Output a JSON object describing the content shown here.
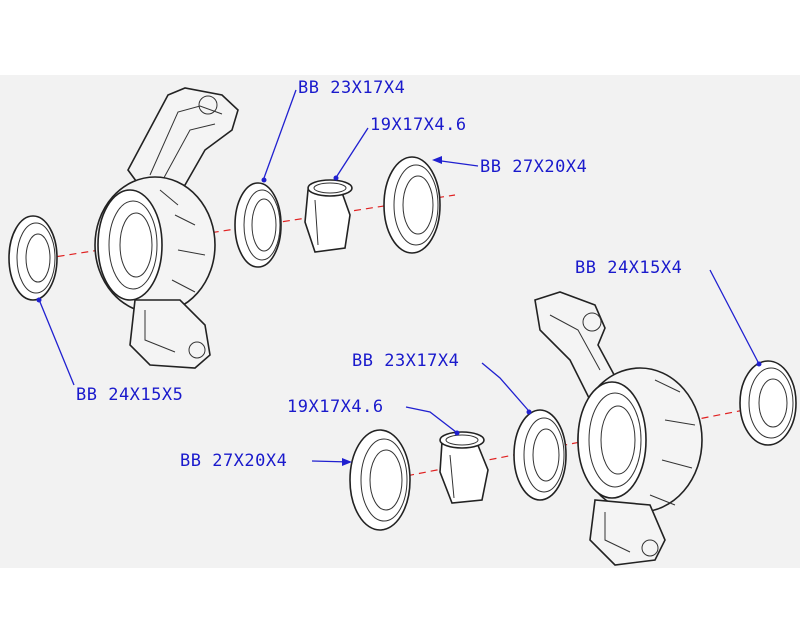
{
  "colors": {
    "background_band": "#f2f2f2",
    "label": "#1a1acc",
    "leader": "#2020d0",
    "axis": "#e02020",
    "line": "#222222"
  },
  "labels": {
    "top_bb_23x17x4": "BB 23X17X4",
    "top_19x17x4_6": "19X17X4.6",
    "top_bb_27x20x4": "BB 27X20X4",
    "left_bb_24x15x5": "BB 24X15X5",
    "right_bb_24x15x4": "BB 24X15X4",
    "bottom_bb_23x17x4": "BB 23X17X4",
    "bottom_19x17x4_6": "19X17X4.6",
    "bottom_bb_27x20x4": "BB 27X20X4"
  }
}
